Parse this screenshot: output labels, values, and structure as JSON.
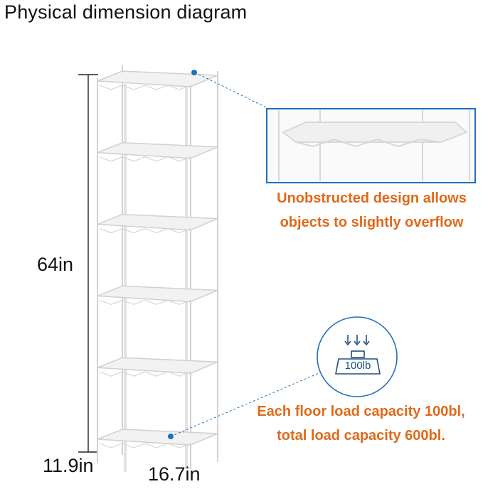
{
  "title": "Physical dimension diagram",
  "dimensions": {
    "height": "64in",
    "depth": "11.9in",
    "width": "16.7in"
  },
  "callouts": {
    "design_line1": "Unobstructed design allows",
    "design_line2": "objects to slightly overflow",
    "load_line1": "Each floor load capacity 100bl,",
    "load_line2": "total load capacity 600bl."
  },
  "load_badge": {
    "label": "100lb",
    "icon": "weight-icon"
  },
  "shelf_count": 6,
  "colors": {
    "accent": "#1f6fc2",
    "callout_text": "#e0691a",
    "rack": "#e6e6e6"
  }
}
